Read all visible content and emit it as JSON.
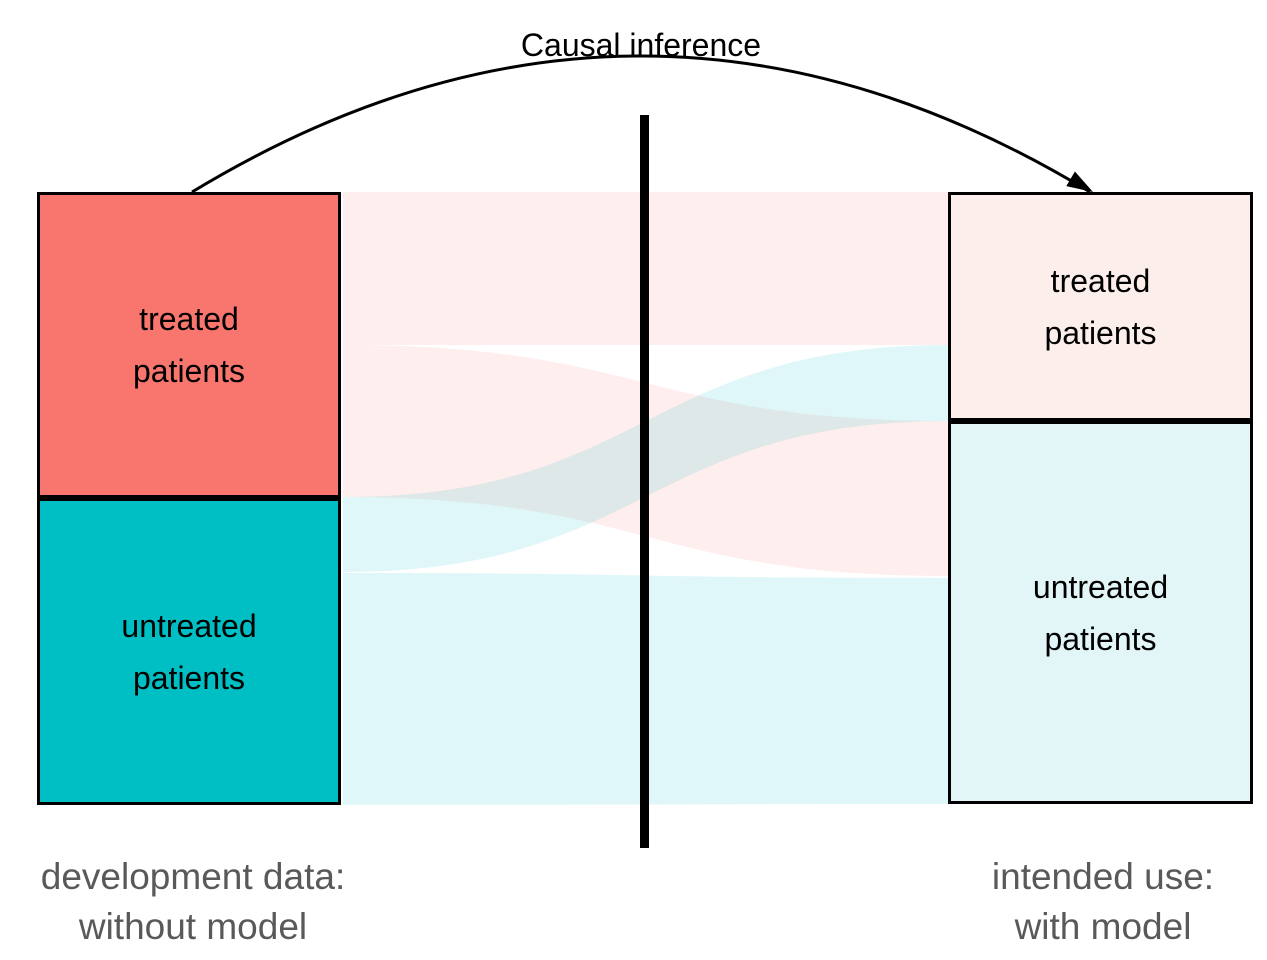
{
  "title": "Causal inference",
  "left": {
    "treated_label": "treated\npatients",
    "untreated_label": "untreated\npatients",
    "caption": "development data:\nwithout model"
  },
  "right": {
    "treated_label": "treated\npatients",
    "untreated_label": "untreated\npatients",
    "caption": "intended use:\nwith model"
  },
  "flows": [
    {
      "from": "treated patients (development data)",
      "to": "treated patients (intended use)",
      "color_group": "treated"
    },
    {
      "from": "treated patients (development data)",
      "to": "untreated patients (intended use)",
      "color_group": "treated"
    },
    {
      "from": "untreated patients (development data)",
      "to": "treated patients (intended use)",
      "color_group": "untreated"
    },
    {
      "from": "untreated patients (development data)",
      "to": "untreated patients (intended use)",
      "color_group": "untreated"
    }
  ],
  "colors": {
    "treated": "#F8766D",
    "untreated": "#00BFC4",
    "treated_light": "#FCEEEB",
    "untreated_light": "#E2F5F7",
    "caption_text": "#595959"
  }
}
